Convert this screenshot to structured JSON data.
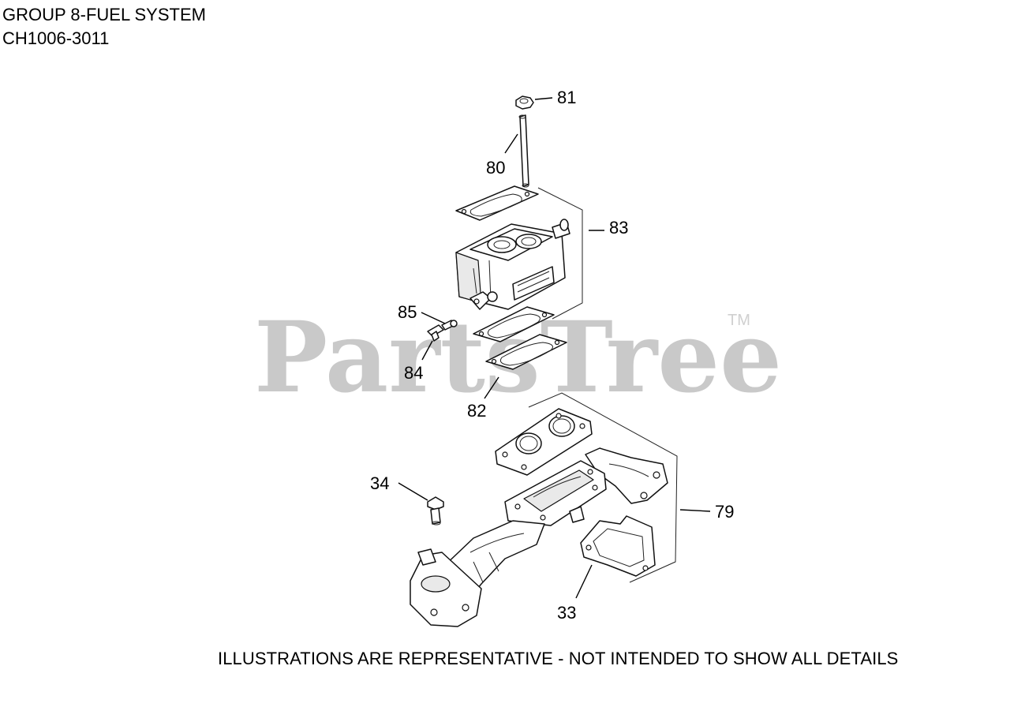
{
  "header": {
    "title": "GROUP 8-FUEL SYSTEM",
    "model": "CH1006-3011"
  },
  "footer": {
    "disclaimer": "ILLUSTRATIONS ARE REPRESENTATIVE - NOT INTENDED TO SHOW ALL DETAILS"
  },
  "watermark": {
    "text": "PartsTree",
    "trademark": "TM"
  },
  "callouts": {
    "c81": "81",
    "c80": "80",
    "c83": "83",
    "c85": "85",
    "c84": "84",
    "c82": "82",
    "c34": "34",
    "c79": "79",
    "c33": "33"
  }
}
